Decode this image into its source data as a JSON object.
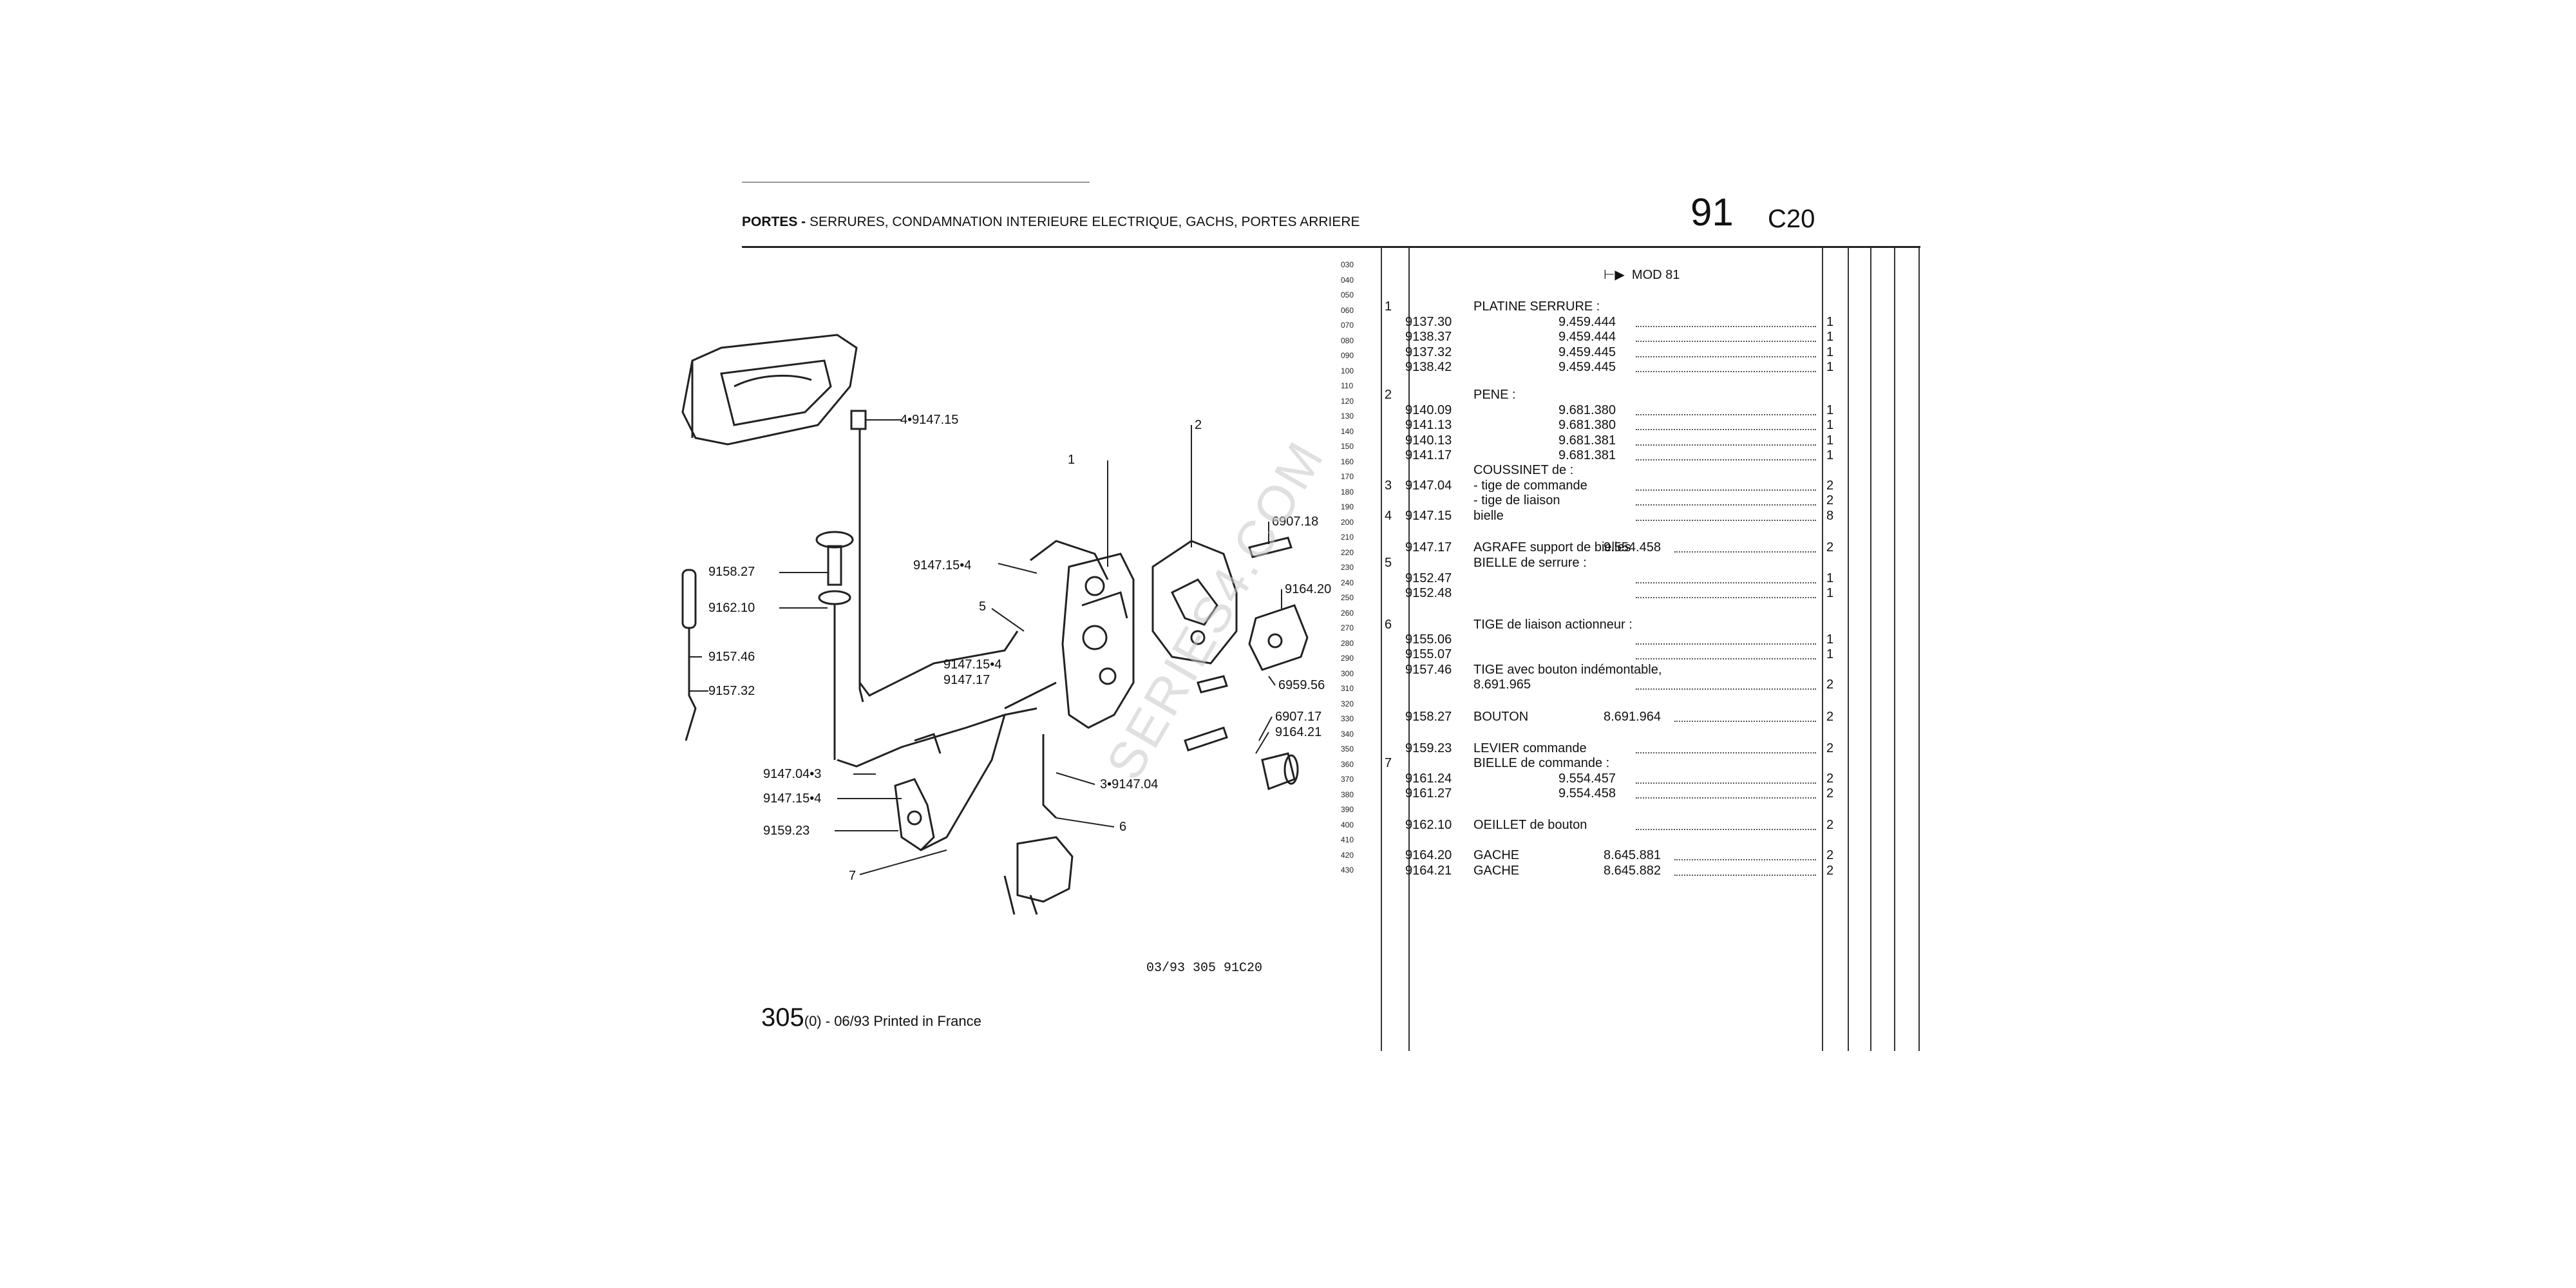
{
  "header": {
    "title_bold": "PORTES -",
    "title_rest": "SERRURES, CONDAMNATION INTERIEURE ELECTRIQUE, GACHS, PORTES ARRIERE",
    "section_number": "91",
    "model_code": "C20"
  },
  "line_numbers": [
    "030",
    "040",
    "050",
    "060",
    "070",
    "080",
    "090",
    "100",
    "110",
    "120",
    "130",
    "140",
    "150",
    "160",
    "170",
    "180",
    "190",
    "200",
    "210",
    "220",
    "230",
    "240",
    "250",
    "260",
    "270",
    "280",
    "290",
    "300",
    "310",
    "320",
    "330",
    "340",
    "350",
    "360",
    "370",
    "380",
    "390",
    "400",
    "410",
    "420",
    "430"
  ],
  "table": {
    "top_note": "MOD 81",
    "items": [
      {
        "item": "1",
        "ref": "",
        "desc": "PLATINE SERRURE :",
        "qty": ""
      },
      {
        "item": "",
        "ref": "9137.30",
        "desc": "9.459.444",
        "qty": "1"
      },
      {
        "item": "",
        "ref": "9138.37",
        "desc": "9.459.444",
        "qty": "1"
      },
      {
        "item": "",
        "ref": "9137.32",
        "desc": "9.459.445",
        "qty": "1"
      },
      {
        "item": "",
        "ref": "9138.42",
        "desc": "9.459.445",
        "qty": "1"
      },
      {
        "item": "2",
        "ref": "",
        "desc": "PENE :",
        "qty": ""
      },
      {
        "item": "",
        "ref": "9140.09",
        "desc": "9.681.380",
        "qty": "1"
      },
      {
        "item": "",
        "ref": "9141.13",
        "desc": "9.681.380",
        "qty": "1"
      },
      {
        "item": "",
        "ref": "9140.13",
        "desc": "9.681.381",
        "qty": "1"
      },
      {
        "item": "",
        "ref": "9141.17",
        "desc": "9.681.381",
        "qty": "1"
      },
      {
        "item": "",
        "ref": "",
        "desc": "COUSSINET de :",
        "qty": ""
      },
      {
        "item": "3",
        "ref": "9147.04",
        "desc": "- tige de commande",
        "qty": "2"
      },
      {
        "item": "",
        "ref": "",
        "desc": "- tige de liaison",
        "qty": "2"
      },
      {
        "item": "4",
        "ref": "9147.15",
        "desc": "bielle",
        "qty": "8"
      },
      {
        "item": "",
        "ref": "9147.17",
        "desc": "AGRAFE support de bielles",
        "extra": "9.554.458",
        "qty": "2"
      },
      {
        "item": "5",
        "ref": "",
        "desc": "BIELLE de serrure :",
        "qty": ""
      },
      {
        "item": "",
        "ref": "9152.47",
        "desc": "",
        "qty": "1"
      },
      {
        "item": "",
        "ref": "9152.48",
        "desc": "",
        "qty": "1"
      },
      {
        "item": "6",
        "ref": "",
        "desc": "TIGE de liaison actionneur :",
        "qty": ""
      },
      {
        "item": "",
        "ref": "9155.06",
        "desc": "",
        "qty": "1"
      },
      {
        "item": "",
        "ref": "9155.07",
        "desc": "",
        "qty": "1"
      },
      {
        "item": "",
        "ref": "9157.46",
        "desc": "TIGE avec bouton indémontable,",
        "qty": ""
      },
      {
        "item": "",
        "ref": "",
        "desc": "8.691.965",
        "qty": "2"
      },
      {
        "item": "",
        "ref": "9158.27",
        "desc": "BOUTON",
        "extra": "8.691.964",
        "qty": "2"
      },
      {
        "item": "",
        "ref": "9159.23",
        "desc": "LEVIER commande",
        "qty": "2"
      },
      {
        "item": "7",
        "ref": "",
        "desc": "BIELLE de commande :",
        "qty": ""
      },
      {
        "item": "",
        "ref": "9161.24",
        "desc": "9.554.457",
        "qty": "2"
      },
      {
        "item": "",
        "ref": "9161.27",
        "desc": "9.554.458",
        "qty": "2"
      },
      {
        "item": "",
        "ref": "9162.10",
        "desc": "OEILLET de bouton",
        "qty": "2"
      },
      {
        "item": "",
        "ref": "9164.20",
        "desc": "GACHE",
        "extra": "8.645.881",
        "qty": "2"
      },
      {
        "item": "",
        "ref": "9164.21",
        "desc": "GACHE",
        "extra": "8.645.882",
        "qty": "2"
      }
    ]
  },
  "diagram": {
    "callouts": [
      "4•9147.15",
      "9158.27",
      "9162.10",
      "9157.46",
      "9157.32",
      "9147.04•3",
      "9147.15•4",
      "9159.23",
      "7",
      "9147.15•4",
      "5",
      "9147.15•4",
      "9147.17",
      "1",
      "2",
      "6907.18",
      "9164.20",
      "6959.56",
      "6907.17",
      "9164.21",
      "3•9147.04",
      "6"
    ],
    "code": "03/93 305 91C20"
  },
  "footer": {
    "page": "305",
    "rest": "(0) - 06/93 Printed in France"
  },
  "watermark": "SERIES4.COM"
}
